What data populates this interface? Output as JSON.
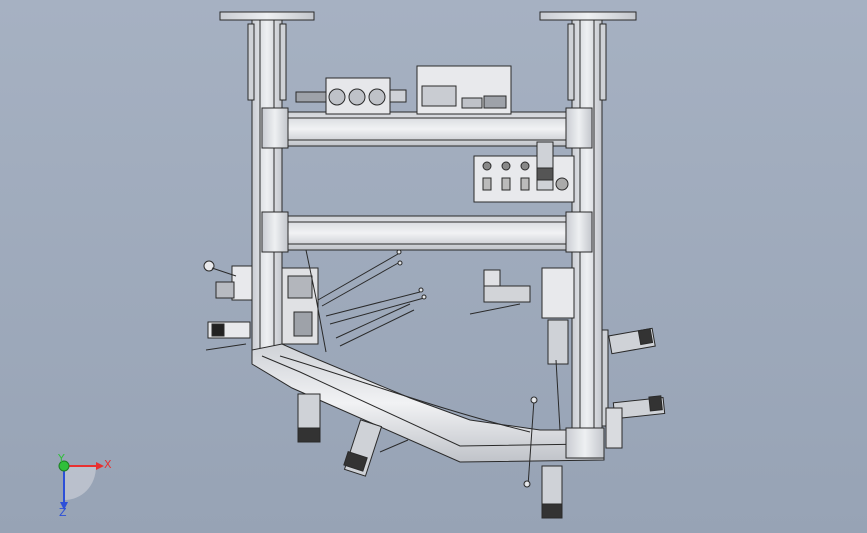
{
  "viewport": {
    "background_top": "#a6b1c2",
    "background_bottom": "#97a3b5",
    "model_line_color": "#2a2a2a",
    "model_fill_color": "#d9dbdf"
  },
  "triad": {
    "x_label": "X",
    "y_label": "Y",
    "z_label": "Z",
    "x_color": "#e83030",
    "y_color": "#2fbf3a",
    "z_color": "#2c4fd8"
  }
}
